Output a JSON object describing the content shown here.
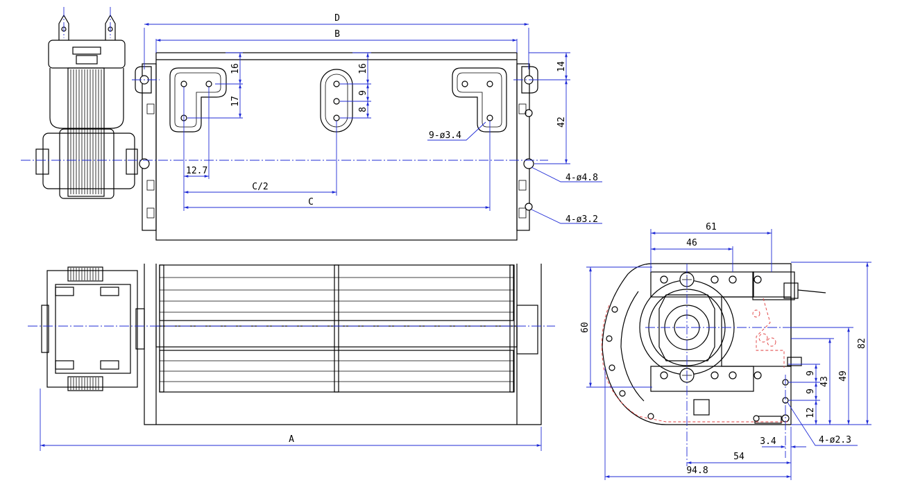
{
  "top_view": {
    "dim_D": "D",
    "dim_B": "B",
    "dim_16_a": "16",
    "dim_17": "17",
    "dim_16_b": "16",
    "dim_9": "9",
    "dim_8": "8",
    "dim_14": "14",
    "dim_42": "42",
    "dim_12_7": "12.7",
    "dim_C2": "C/2",
    "dim_C": "C",
    "holes_9": "9-ø3.4",
    "holes_4_48": "4-ø4.8",
    "holes_4_32": "4-ø3.2"
  },
  "front_view": {
    "dim_A": "A"
  },
  "side_view": {
    "dim_61": "61",
    "dim_46": "46",
    "dim_60": "60",
    "dim_82": "82",
    "dim_49": "49",
    "dim_43": "43",
    "dim_9a": "9",
    "dim_9b": "9",
    "dim_12": "12",
    "dim_3_4": "3.4",
    "dim_54": "54",
    "dim_94_8": "94.8",
    "holes_4_23": "4-ø2.3"
  }
}
